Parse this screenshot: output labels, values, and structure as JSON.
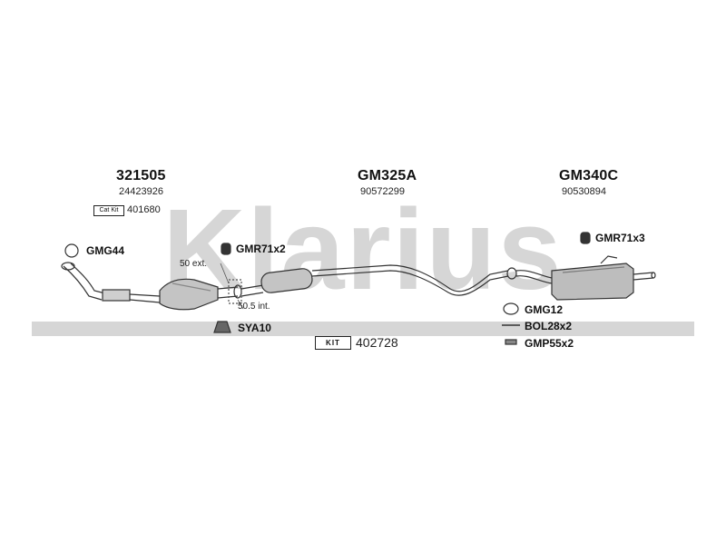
{
  "watermark": {
    "text": "Klarius",
    "color": "#d4d4d4"
  },
  "colors": {
    "line": "#333333",
    "part_fill": "#bdbdbd",
    "part_dark": "#7a7a7a"
  },
  "sections": [
    {
      "part": "321505",
      "oe": "24423926"
    },
    {
      "part": "GM325A",
      "oe": "90572299"
    },
    {
      "part": "GM340C",
      "oe": "90530894"
    }
  ],
  "catkit": {
    "label": "Cat Kit",
    "number": "401680"
  },
  "accessories": {
    "gmg44": "GMG44",
    "gmr71x2": "GMR71x2",
    "sya10": "SYA10",
    "gmr71x3": "GMR71x3",
    "gmg12": "GMG12",
    "bol28x2": "BOL28x2",
    "gmp55x2": "GMP55x2"
  },
  "dimensions": {
    "ext": "50 ext.",
    "int": "50.5 int."
  },
  "kit": {
    "label": "KIT",
    "number": "402728"
  }
}
